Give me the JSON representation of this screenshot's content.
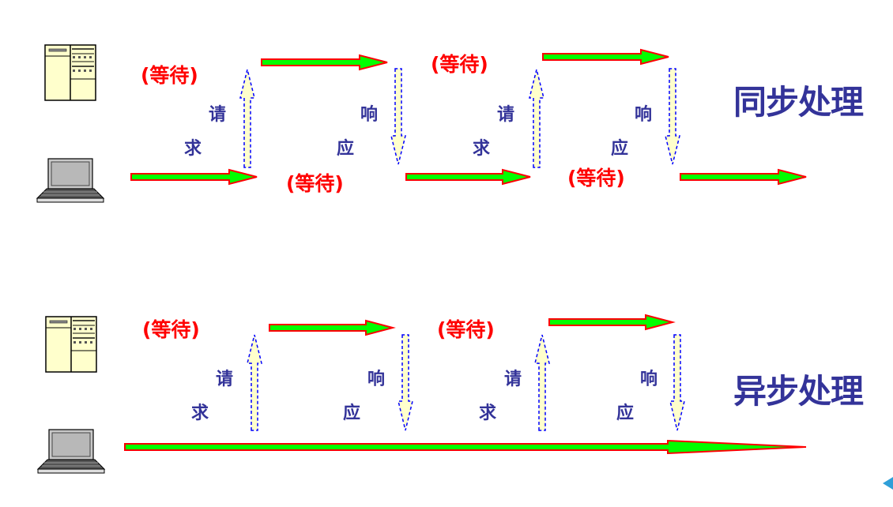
{
  "sync": {
    "title": "同步处理",
    "wait_labels": [
      "(等待)",
      "(等待)",
      "(等待)",
      "(等待)"
    ],
    "request_chars": [
      "请",
      "求"
    ],
    "response_chars": [
      "响",
      "应"
    ],
    "icons": {
      "server": "server-icon",
      "client": "laptop-icon"
    }
  },
  "async": {
    "title": "异步处理",
    "wait_labels": [
      "(等待)",
      "(等待)"
    ],
    "request_chars": [
      "请",
      "求"
    ],
    "response_chars": [
      "响",
      "应"
    ],
    "icons": {
      "server": "server-icon",
      "client": "laptop-icon"
    }
  },
  "colors": {
    "flow_arrow_fill": "#00ff00",
    "flow_arrow_stroke": "#ff0000",
    "message_arrow_fill": "#ffffcc",
    "message_arrow_stroke": "#0000ff",
    "wait_text": "#ff0000",
    "label_text": "#333399",
    "nav_triangle": "#2f9fd8"
  },
  "nav": {
    "icon": "previous-slide-icon"
  }
}
